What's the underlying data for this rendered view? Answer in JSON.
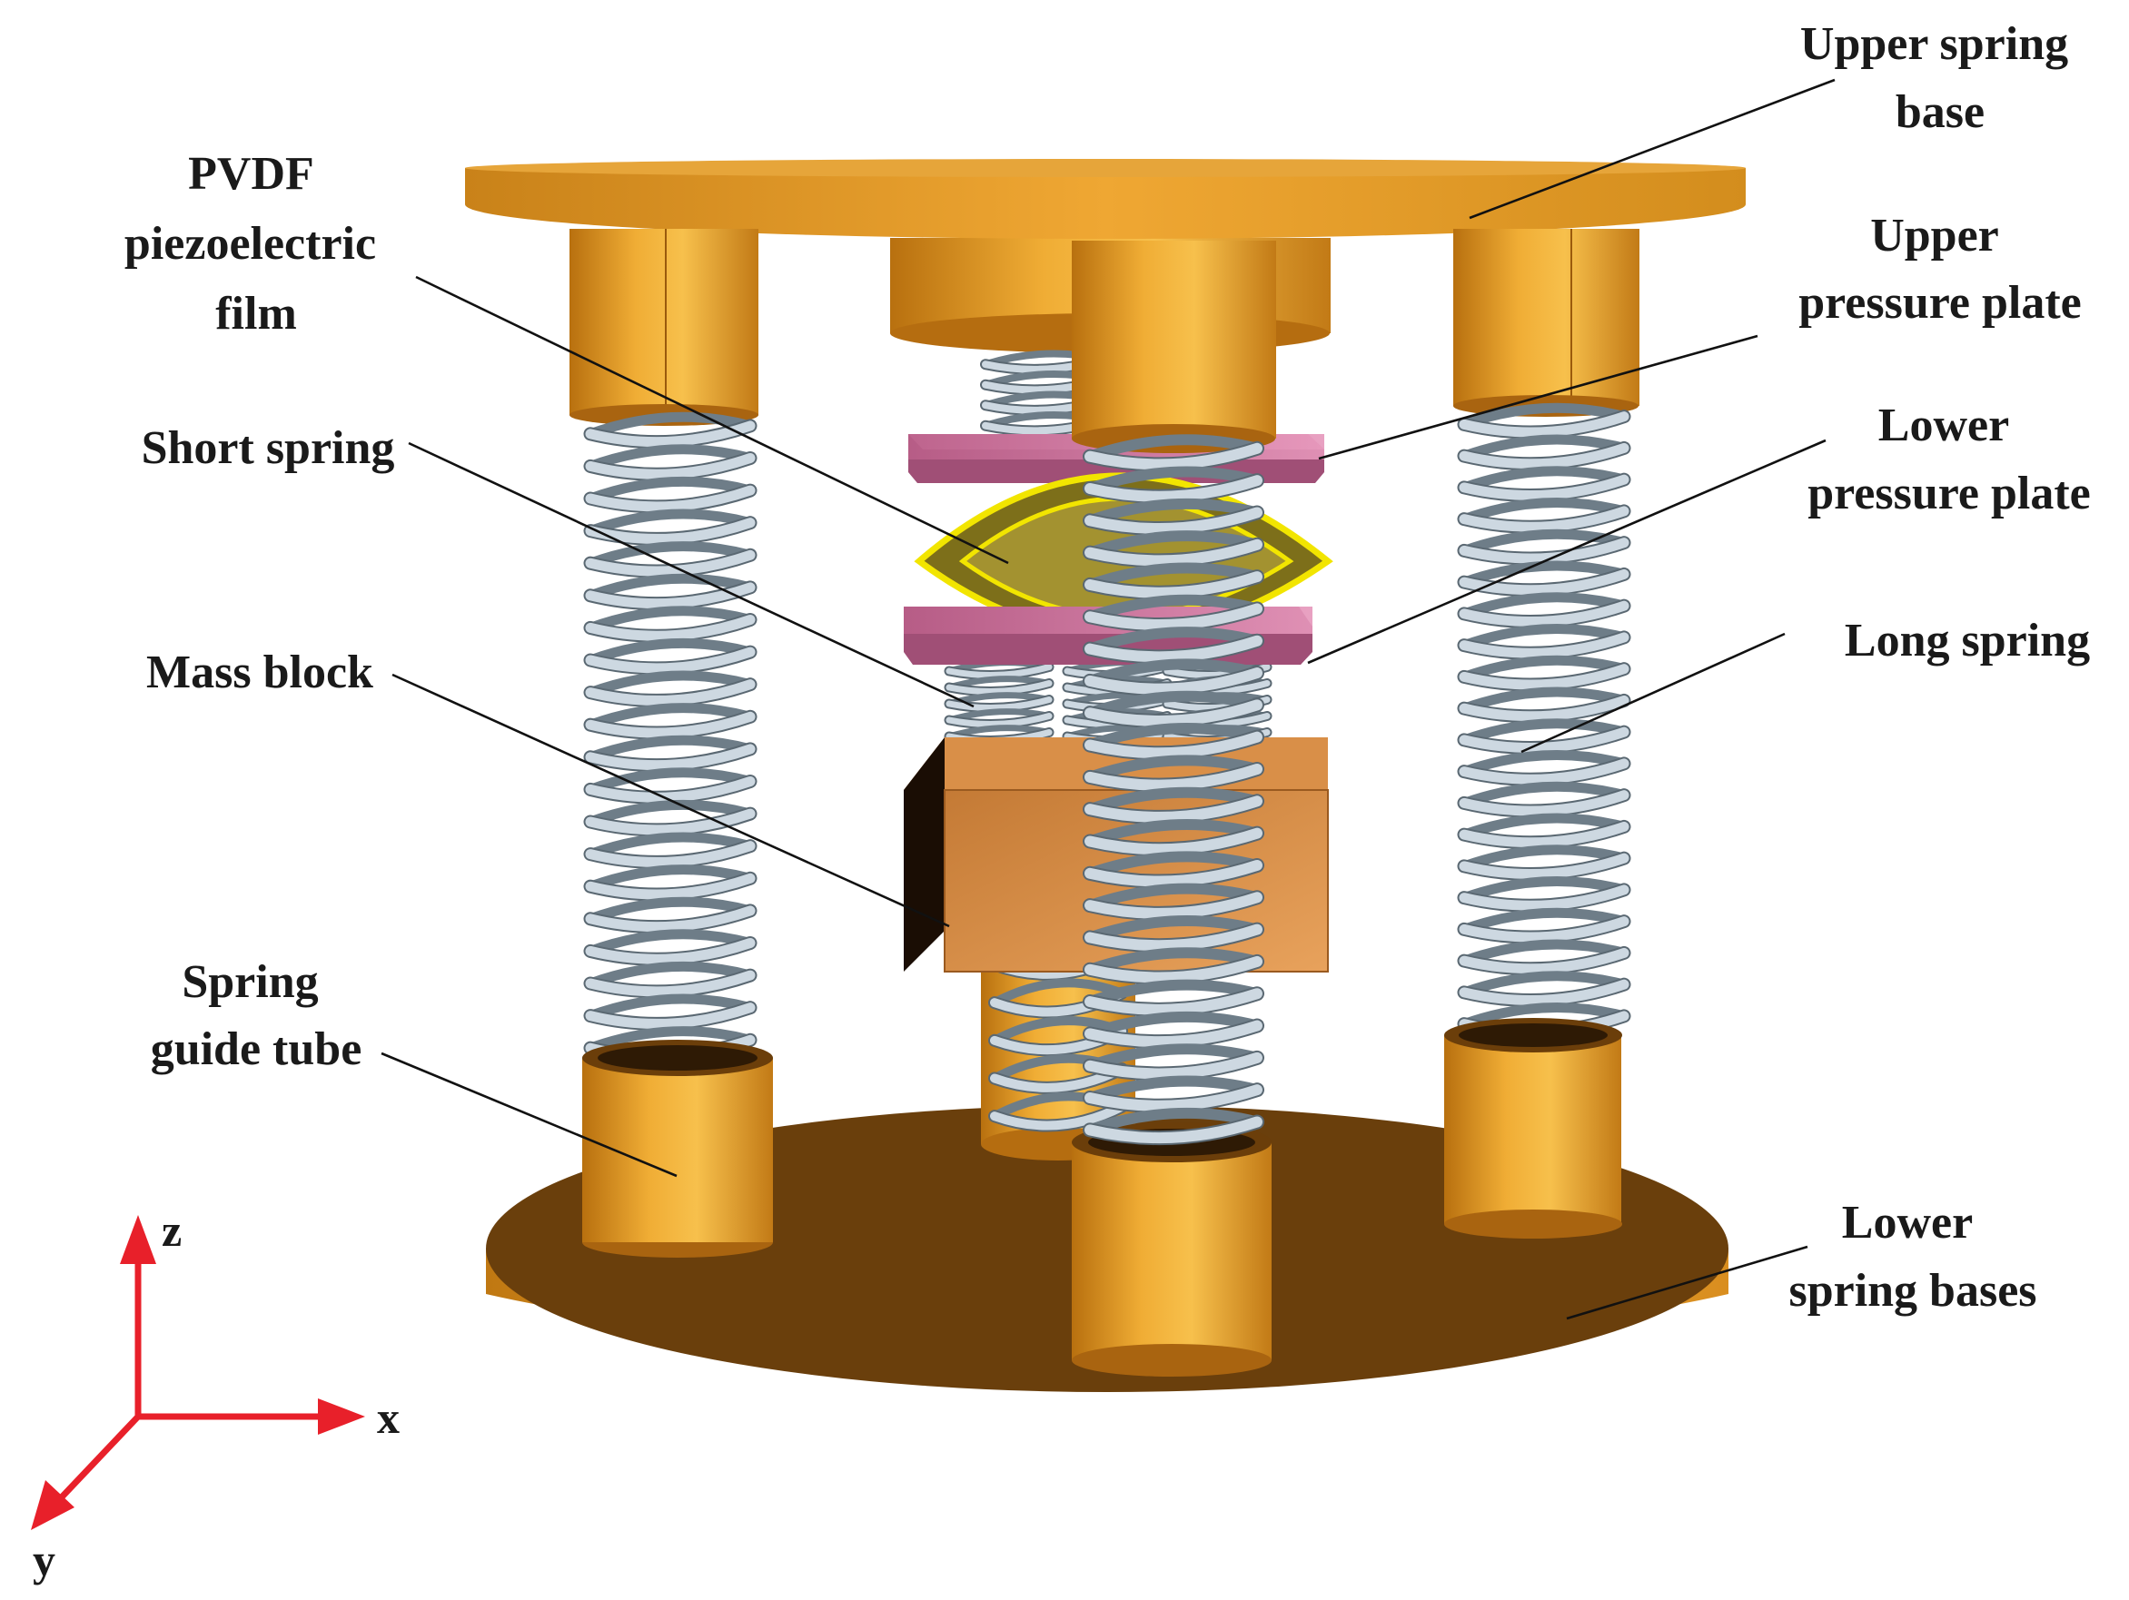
{
  "labels": {
    "upper_spring_base": [
      "Upper spring",
      "base"
    ],
    "pvdf_film": [
      "PVDF",
      "piezoelectric",
      "film"
    ],
    "upper_pressure_plate": [
      "Upper",
      "pressure plate"
    ],
    "short_spring": [
      "Short spring"
    ],
    "lower_pressure_plate": [
      "Lower",
      "pressure plate"
    ],
    "long_spring": [
      "Long spring"
    ],
    "mass_block": [
      "Mass block"
    ],
    "spring_guide_tube": [
      "Spring",
      "guide tube"
    ],
    "lower_spring_bases": [
      "Lower",
      "spring bases"
    ]
  },
  "axes": {
    "z": "z",
    "x": "x",
    "y": "y"
  },
  "colors": {
    "brass": "#e9a12c",
    "brass_dark": "#b56d10",
    "plate_top": "#6a3f0c",
    "pressure_plate": "#e38fb3",
    "pvdf_outline": "#f2e500",
    "pvdf_fill": "#8a7a1a",
    "spring": "#b9c8d4",
    "axis": "#e8202a"
  }
}
